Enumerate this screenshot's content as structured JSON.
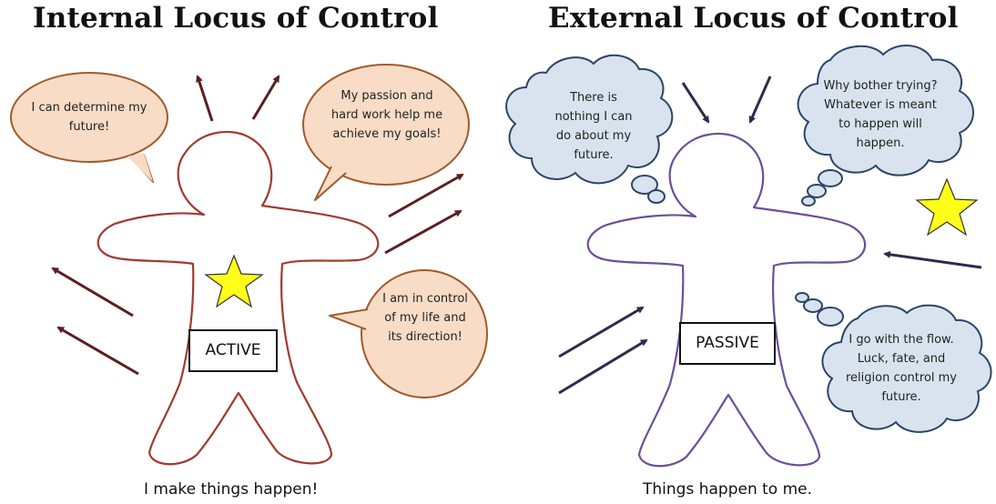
{
  "internal": {
    "title": "Internal Locus of Control",
    "label": "ACTIVE",
    "caption": "I make things happen!",
    "bubbles": [
      "I can determine my future!",
      "My passion and hard work help me achieve my goals!",
      "I am in control of my life and its direction!"
    ],
    "colors": {
      "outline": "#a13a2e",
      "bubble_fill": "#f8dcc6",
      "bubble_stroke": "#a05a2c",
      "arrow": "#5a1f22"
    }
  },
  "external": {
    "title": "External Locus of Control",
    "label": "PASSIVE",
    "caption": "Things happen to me.",
    "bubbles": [
      "There is nothing I can do about my future.",
      "Why bother trying? Whatever is meant to happen will happen.",
      "I go with the flow. Luck, fate, and religion control my future."
    ],
    "colors": {
      "outline": "#6c4f98",
      "bubble_fill": "#d9e3ef",
      "bubble_stroke": "#2c4566",
      "arrow": "#2e2b4e"
    }
  },
  "star_color": "#ffff1a"
}
